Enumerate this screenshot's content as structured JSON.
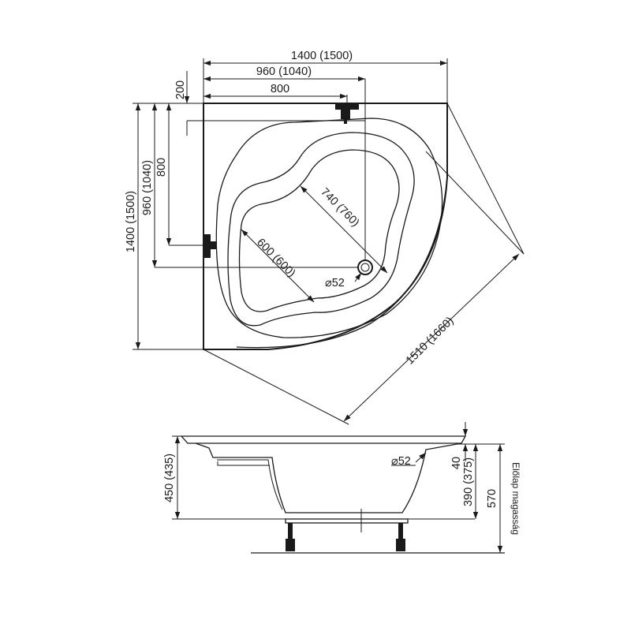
{
  "top_view": {
    "width_label": "1400 (1500)",
    "width_960_label": "960 (1040)",
    "width_800_label": "800",
    "offset_200_label": "200",
    "height_label": "1400 (1500)",
    "height_960_label": "960 (1040)",
    "height_800_label": "800",
    "inner_length_label": "740 (760)",
    "inner_width_label": "600 (600)",
    "drain_label": "⌀52",
    "diagonal_label": "1510 (1660)"
  },
  "side_view": {
    "depth_label": "450 (435)",
    "drain_label": "⌀52",
    "rim_label": "40",
    "water_depth_label": "390 (375)",
    "total_height_label": "570",
    "panel_height_label": "Előlap magasság"
  }
}
